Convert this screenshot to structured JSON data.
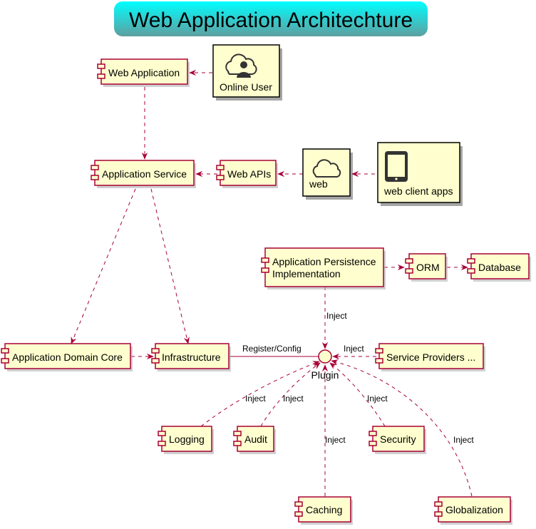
{
  "title": "Web Application Architechture",
  "colors": {
    "component_fill": "#FEFECE",
    "component_stroke": "#A80036",
    "node_fill": "#FEFECE",
    "node_stroke": "#000000",
    "edge": "#A80036",
    "title_gradient_start": "#00FFFF",
    "title_gradient_end": "#5F9EA0",
    "shadow": "#B0B0B0"
  },
  "components": {
    "web_application": "Web Application",
    "application_service": "Application Service",
    "web_apis": "Web APIs",
    "app_persistence_line1": "Application Persistence",
    "app_persistence_line2": "Implementation",
    "orm": "ORM",
    "database": "Database",
    "app_domain_core": "Application Domain Core",
    "infrastructure": "Infrastructure",
    "service_providers": "Service Providers ...",
    "logging": "Logging",
    "audit": "Audit",
    "security": "Security",
    "caching": "Caching",
    "globalization": "Globalization"
  },
  "nodes": {
    "online_user": {
      "label": "Online User",
      "icon": "cloud-user-icon"
    },
    "web": {
      "label": "web",
      "icon": "cloud-icon"
    },
    "web_client_apps": {
      "label": "web client apps",
      "icon": "tablet-icon"
    }
  },
  "interface": {
    "plugin": "Plugin"
  },
  "edge_labels": {
    "register_config": "Register/Config",
    "inject": "Inject"
  }
}
